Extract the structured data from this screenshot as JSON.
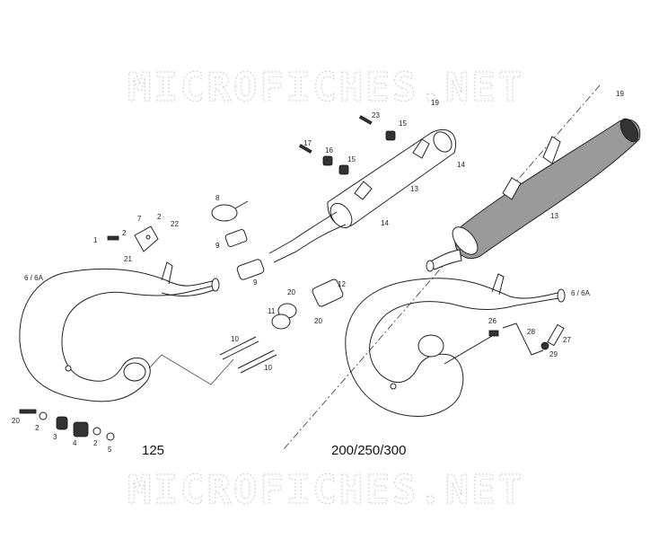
{
  "watermark": "MICROFICHES.NET",
  "variants": {
    "left": "125",
    "right": "200/250/300"
  },
  "part_labels": {
    "p1": "1",
    "p2a": "2",
    "p7": "7",
    "p22": "22",
    "p21": "21",
    "p8": "8",
    "p9a": "9",
    "p9b": "9",
    "p17": "17",
    "p16": "16",
    "p15a": "15",
    "p23": "23",
    "p15b": "15",
    "p19a": "19",
    "p14a": "14",
    "p13a": "13",
    "p14b": "14",
    "p12": "12",
    "p20a": "20",
    "p20b": "20",
    "p11": "11",
    "p10a": "10",
    "p10b": "10",
    "p6a": "6 / 6A",
    "p20c": "20",
    "p2b": "2",
    "p3": "3",
    "p4": "4",
    "p2c": "2",
    "p5": "5",
    "p19b": "19",
    "p13b": "13",
    "p6b": "6 / 6A",
    "p26": "26",
    "p28": "28",
    "p27": "27",
    "p29": "29"
  }
}
